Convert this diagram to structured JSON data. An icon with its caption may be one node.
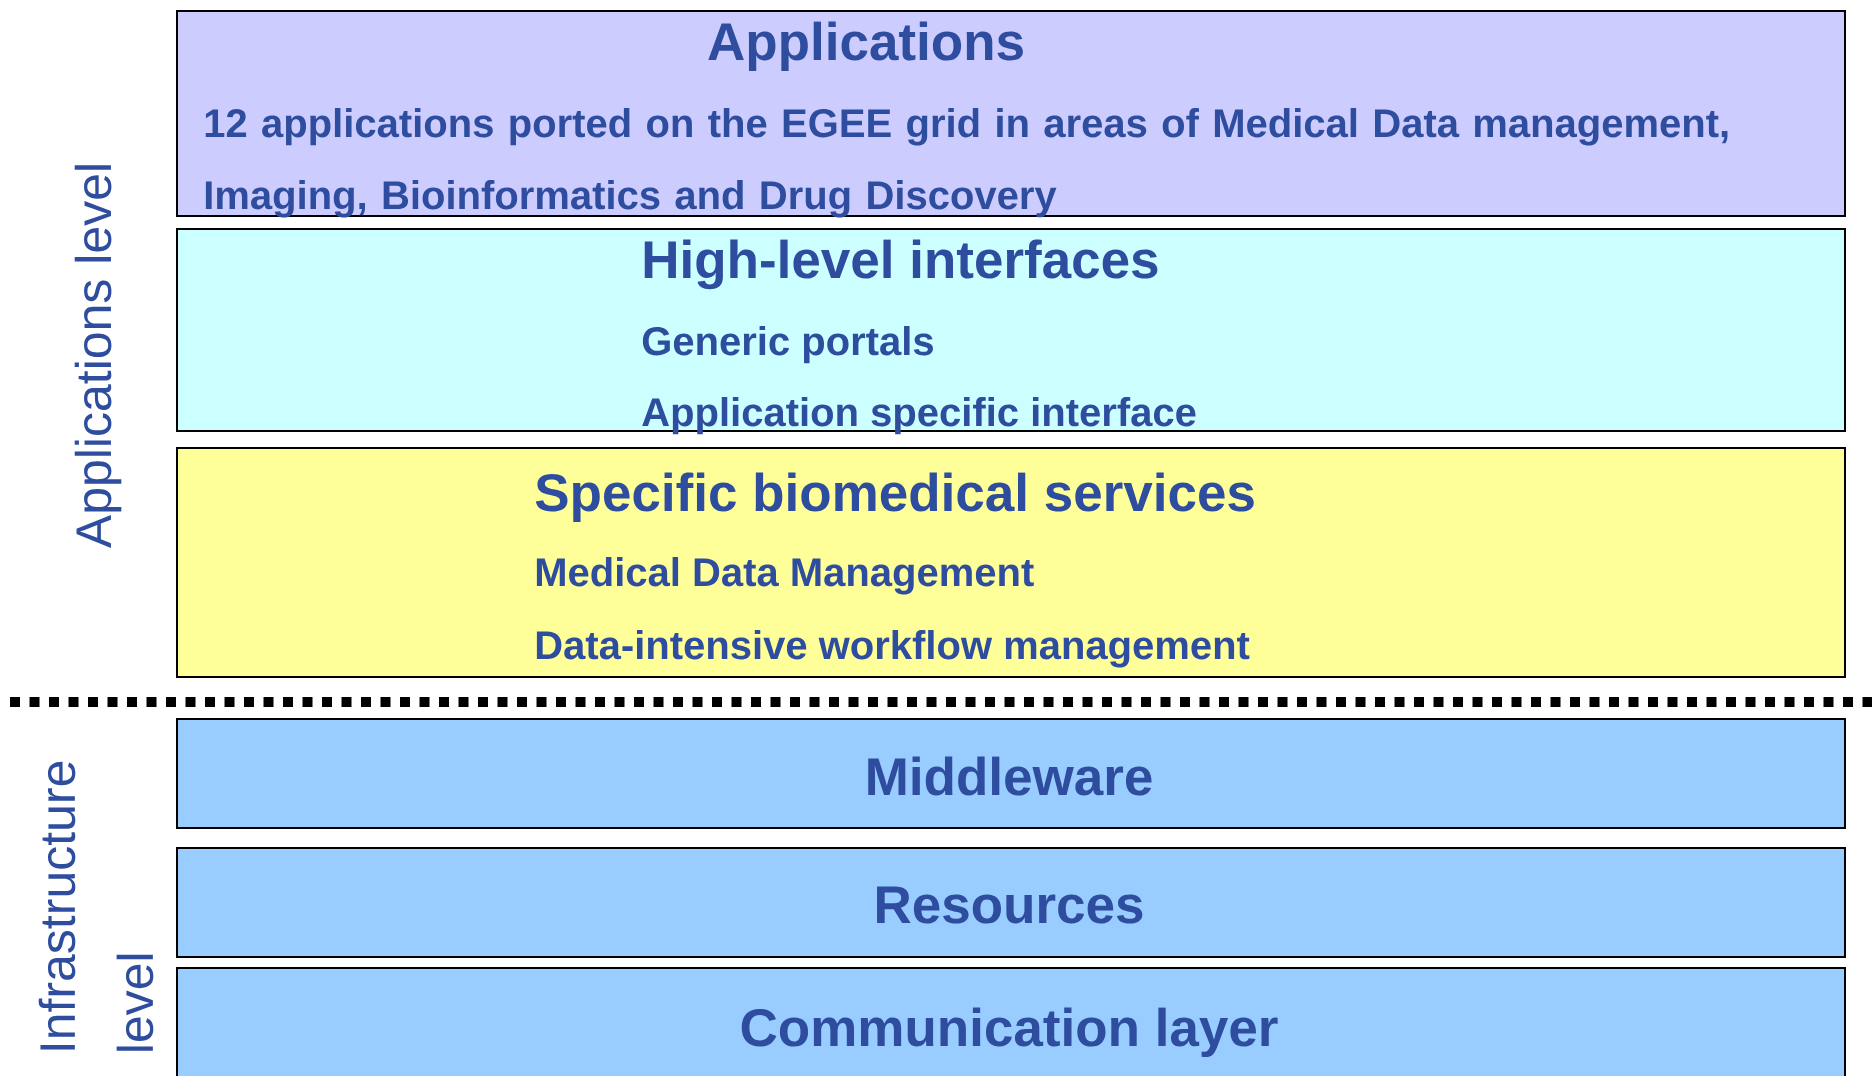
{
  "diagram": {
    "nodes": [
      {
        "text": [
          "Applications",
          "12 applications ported on the EGEE grid in areas of Medical Data management, Imaging, Bioinformatics and Drug Discovery"
        ]
      },
      {
        "text": [
          "High-level interfaces",
          "Generic portals",
          "Application specific interface"
        ]
      },
      {
        "text": [
          "Specific biomedical services",
          "Medical Data Management",
          "Data-intensive workflow management"
        ]
      },
      {
        "text": [
          "Middleware"
        ]
      },
      {
        "text": [
          "Resources"
        ]
      },
      {
        "text": [
          "Communication layer"
        ]
      }
    ],
    "labels": [
      "Applications level",
      "Infrastructure level"
    ]
  }
}
